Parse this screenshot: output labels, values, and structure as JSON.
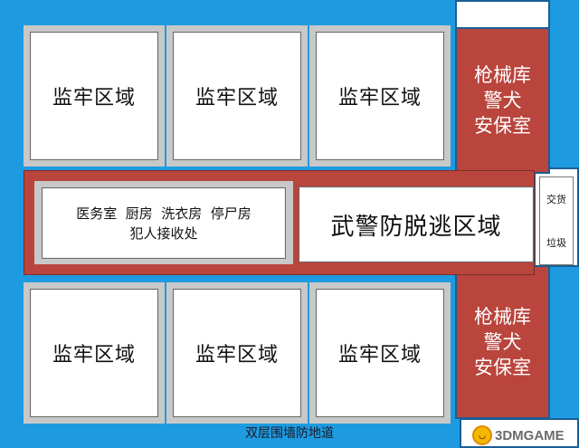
{
  "prison_cells": [
    "监牢区域",
    "监牢区域",
    "监牢区域",
    "监牢区域",
    "监牢区域",
    "监牢区域"
  ],
  "services": {
    "line1": "医务室  厨房  洗衣房  停尸房",
    "line2": "犯人接收处"
  },
  "escape_prevention_area": "武警防脱逃区域",
  "armory": {
    "line1": "枪械库",
    "line2": "警犬",
    "line3": "安保室"
  },
  "side_gate": {
    "top": "交货",
    "bottom": "垃圾"
  },
  "moat_label": "双层围墙防地道",
  "watermark": "3DMGAME",
  "colors": {
    "moat": "#1e9be0",
    "armory": "#b9453d",
    "corridor": "#b9453d",
    "border": "#1b5e94"
  }
}
